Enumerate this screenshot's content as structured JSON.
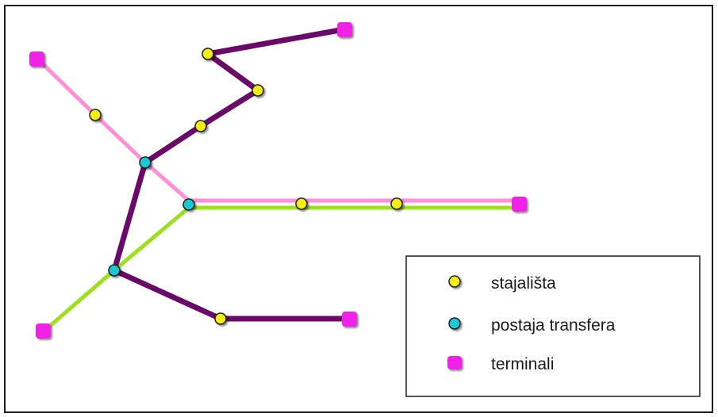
{
  "colors": {
    "line_purple": "#6a0a68",
    "line_pink": "#ff8fd6",
    "line_green": "#9ee01e",
    "stop_fill": "#f2ee12",
    "transfer_fill": "#1ec9d2",
    "terminal_fill": "#f024e6",
    "node_outline": "#202020"
  },
  "legend": {
    "stops_label": "stajališta",
    "transfer_label": "postaja transfera",
    "terminals_label": "terminali"
  }
}
